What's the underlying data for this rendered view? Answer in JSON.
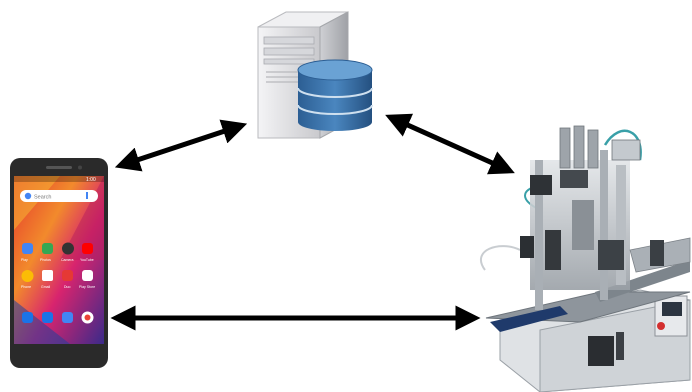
{
  "diagram": {
    "nodes": [
      {
        "id": "server",
        "icon": "server-database-icon"
      },
      {
        "id": "phone",
        "icon": "smartphone-icon"
      },
      {
        "id": "machine",
        "icon": "industrial-machine-icon"
      }
    ],
    "edges": [
      {
        "from": "phone",
        "to": "server",
        "direction": "bidirectional"
      },
      {
        "from": "server",
        "to": "machine",
        "direction": "bidirectional"
      },
      {
        "from": "phone",
        "to": "machine",
        "direction": "bidirectional"
      }
    ],
    "colors": {
      "arrow": "#000000",
      "database": "#2f6fa8",
      "database_light": "#5b93c6",
      "server_body": "#e6e6e8",
      "phone_body": "#2a2a2a",
      "machine_frame": "#b7bcc2"
    },
    "phone_screen": {
      "status_time": "1:00",
      "search_placeholder": "Search",
      "app_labels": [
        "Play",
        "Photos",
        "Camera",
        "YouTube",
        "Phone",
        "Gmail",
        "Duo",
        "Play Store"
      ]
    }
  }
}
